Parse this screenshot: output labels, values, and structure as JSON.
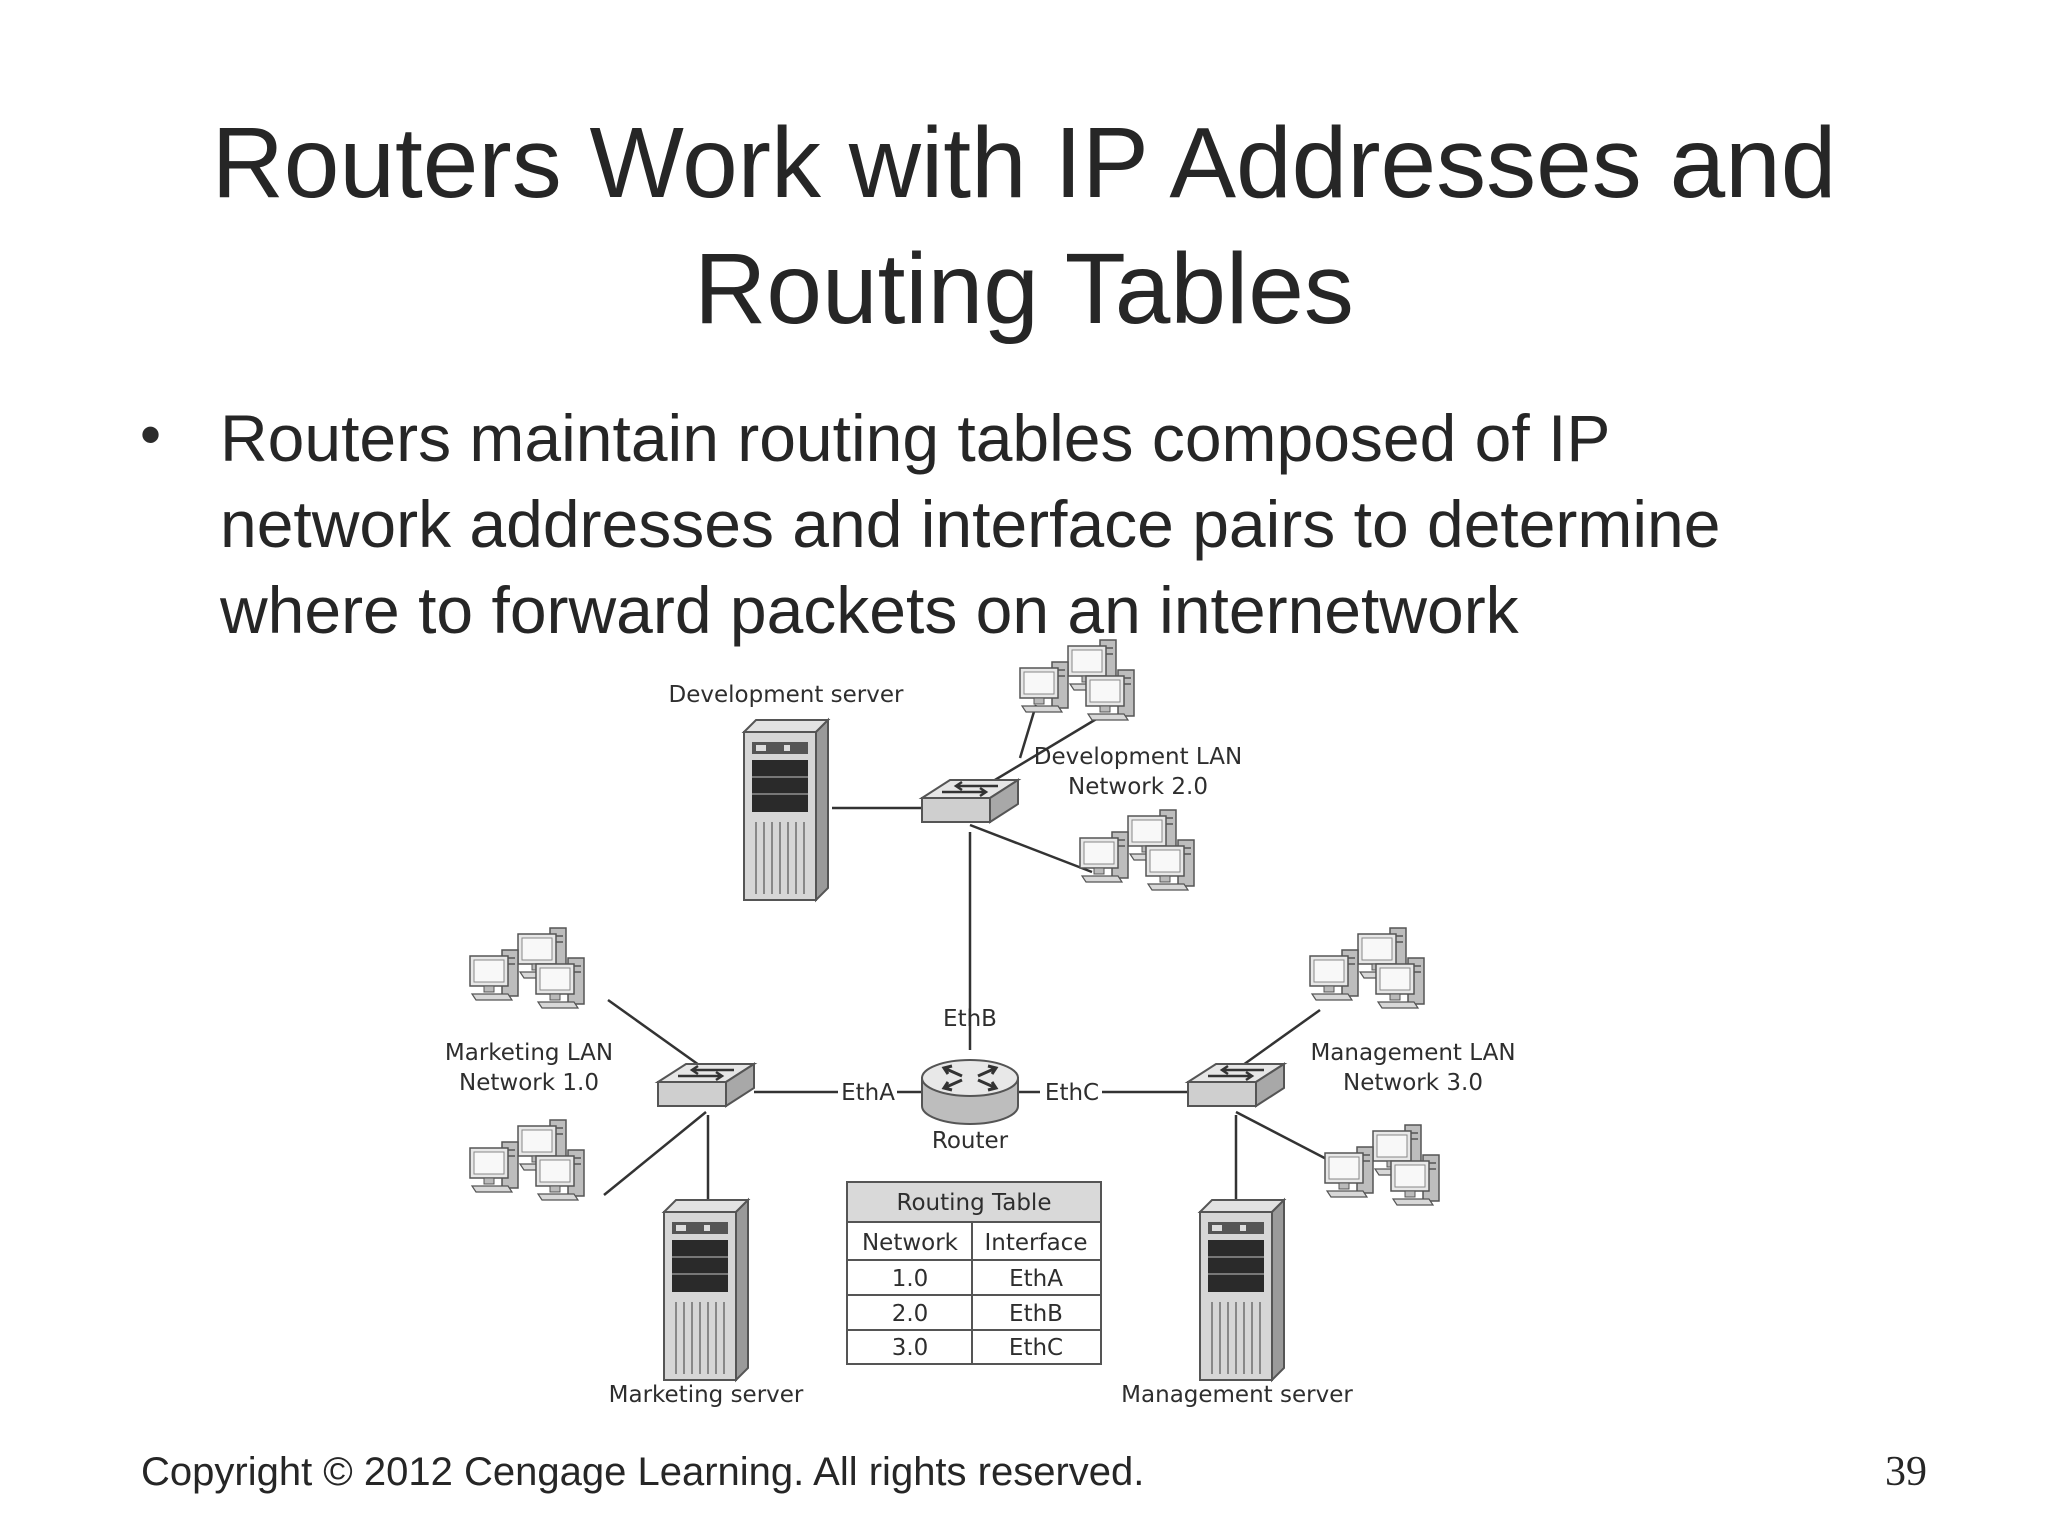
{
  "slide": {
    "title_lines": [
      "Routers Work with IP Addresses and",
      "Routing Tables"
    ],
    "bullet_lines": [
      "Routers maintain routing tables composed of IP",
      "network addresses and interface pairs to determine",
      "where to forward packets on an internetwork"
    ],
    "copyright": "Copyright © 2012 Cengage Learning. All rights reserved.",
    "page_number": "39"
  },
  "diagram": {
    "development_server_label": "Development server",
    "development_lan_label": [
      "Development LAN",
      "Network 2.0"
    ],
    "marketing_lan_label": [
      "Marketing LAN",
      "Network 1.0"
    ],
    "management_lan_label": [
      "Management LAN",
      "Network 3.0"
    ],
    "marketing_server_label": "Marketing server",
    "management_server_label": "Management server",
    "router_label": "Router",
    "interfaces": {
      "a": "EthA",
      "b": "EthB",
      "c": "EthC"
    },
    "routing_table": {
      "title": "Routing Table",
      "headers": [
        "Network",
        "Interface"
      ],
      "rows": [
        [
          "1.0",
          "EthA"
        ],
        [
          "2.0",
          "EthB"
        ],
        [
          "3.0",
          "EthC"
        ]
      ]
    }
  }
}
